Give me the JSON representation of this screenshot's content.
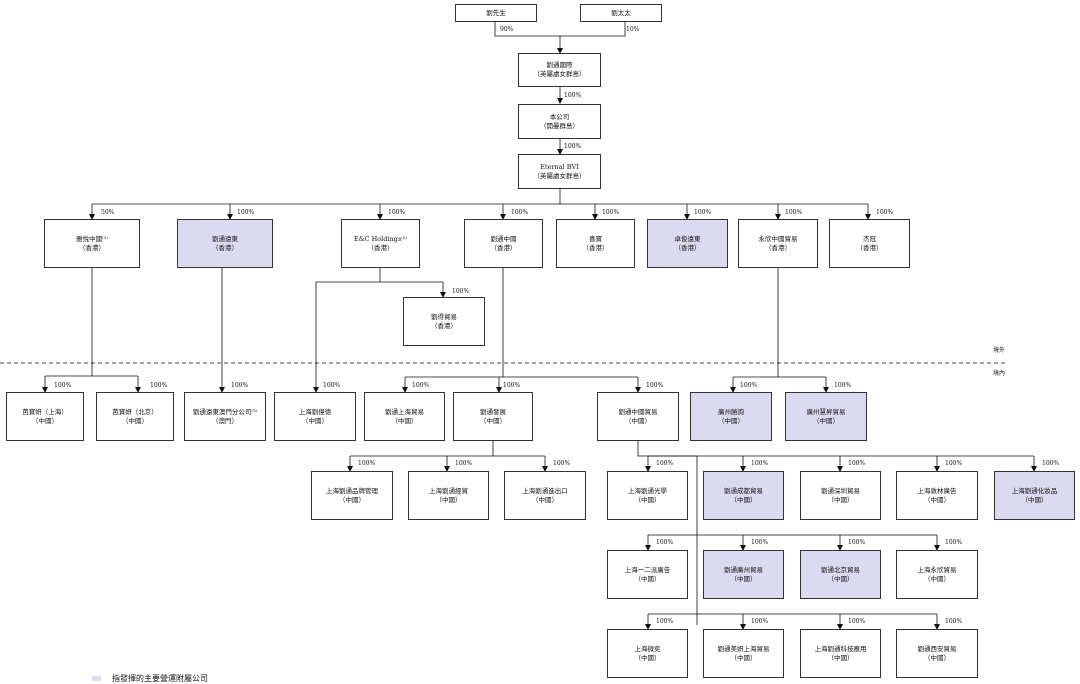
{
  "entities": {
    "mr_lau": {
      "name": "劉先生",
      "sub": ""
    },
    "mrs_lau": {
      "name": "劉太太",
      "sub": ""
    },
    "lau_intl": {
      "name": "劉通國際",
      "sub": "（英屬處女群島）"
    },
    "company": {
      "name": "本公司",
      "sub": "（開曼群島）"
    },
    "eternal_bvi": {
      "name": "Eternal BVI",
      "sub": "（英屬處女群島）"
    },
    "hk1": {
      "name": "雅悅中國⁽¹⁾",
      "sub": "（香港）"
    },
    "hk2": {
      "name": "劉通遠東",
      "sub": "（香港）"
    },
    "ec_holdings": {
      "name": "E&C Holdings⁽²⁾",
      "sub": "（香港）"
    },
    "hk4": {
      "name": "劉通中國",
      "sub": "（香港）"
    },
    "hk5": {
      "name": "喜寶",
      "sub": "（香港）"
    },
    "hk6": {
      "name": "卓俊遠東",
      "sub": "（香港）"
    },
    "hk7": {
      "name": "永欣中國貿易",
      "sub": "（香港）"
    },
    "hk8": {
      "name": "杰冠",
      "sub": "（香港）"
    },
    "hk_trading": {
      "name": "劉得貿易",
      "sub": "（香港）"
    },
    "cn_a": {
      "name": "芭寶妍（上海）",
      "sub": "（中國）"
    },
    "cn_b": {
      "name": "芭寶妍（北京）",
      "sub": "（中國）"
    },
    "macau": {
      "name": "劉通遠東澳門分公司⁽³⁾",
      "sub": "（澳門）"
    },
    "cn_d": {
      "name": "上海劉億德",
      "sub": "（中國）"
    },
    "cn_e": {
      "name": "劉通上海貿易",
      "sub": "（中國）"
    },
    "cn_f": {
      "name": "劉通發展",
      "sub": "（中國）"
    },
    "cn_g": {
      "name": "劉通中國貿易",
      "sub": "（中國）"
    },
    "cn_h": {
      "name": "廣州勝詢",
      "sub": "（中國）"
    },
    "cn_i": {
      "name": "廣州慧昇貿易",
      "sub": "（中國）"
    },
    "f1": {
      "name": "上海劉通品牌管理",
      "sub": "（中國）"
    },
    "f2": {
      "name": "上海劉通經貿",
      "sub": "（中國）"
    },
    "f3": {
      "name": "上海劉通進出口",
      "sub": "（中國）"
    },
    "g1": {
      "name": "上海劉通光學",
      "sub": "（中國）"
    },
    "g2": {
      "name": "劉通成都貿易",
      "sub": "（中國）"
    },
    "g3": {
      "name": "劉通深圳貿易",
      "sub": "（中國）"
    },
    "g4": {
      "name": "上海敦林廣告",
      "sub": "（中國）"
    },
    "g5": {
      "name": "上海劉通化妝品",
      "sub": "（中國）"
    },
    "g6": {
      "name": "上海一二派廣告",
      "sub": "（中國）"
    },
    "g7": {
      "name": "劉通廣州貿易",
      "sub": "（中國）"
    },
    "g8": {
      "name": "劉通北京貿易",
      "sub": "（中國）"
    },
    "g9": {
      "name": "上海永欣貿易",
      "sub": "（中國）"
    },
    "g10": {
      "name": "上海微奕",
      "sub": "（中國）"
    },
    "g11": {
      "name": "劉通美妍上海貿易",
      "sub": "（中國）"
    },
    "g12": {
      "name": "上海劉通科技應用",
      "sub": "（中國）"
    },
    "g13": {
      "name": "劉通西安貿易",
      "sub": "（中國）"
    }
  },
  "percentages": {
    "p_mr": "90%",
    "p_mrs": "10%",
    "p_intl_co": "100%",
    "p_co_bvi": "100%",
    "p_hk1": "50%",
    "p_hk2": "100%",
    "p_hk3": "100%",
    "p_hk4": "100%",
    "p_hk5": "100%",
    "p_hk6": "100%",
    "p_hk7": "100%",
    "p_hk8": "100%",
    "p_hktr": "100%",
    "p_cna": "100%",
    "p_cnb": "100%",
    "p_macau": "100%",
    "p_cnd": "100%",
    "p_cne": "100%",
    "p_cnf": "100%",
    "p_cng": "100%",
    "p_cnh": "100%",
    "p_cni": "100%",
    "p_f1": "100%",
    "p_f2": "100%",
    "p_f3": "100%",
    "p_g1": "100%",
    "p_g2": "100%",
    "p_g3": "100%",
    "p_g4": "100%",
    "p_g5": "100%",
    "p_g6": "100%",
    "p_g7": "100%",
    "p_g8": "100%",
    "p_g9": "100%",
    "p_g10": "100%",
    "p_g11": "100%",
    "p_g12": "100%",
    "p_g13": "100%"
  },
  "regions": {
    "offshore": "境外",
    "onshore": "境內"
  },
  "legend": {
    "text": "指發揮的主要營運附屬公司",
    "color": "#dcdaf0"
  }
}
